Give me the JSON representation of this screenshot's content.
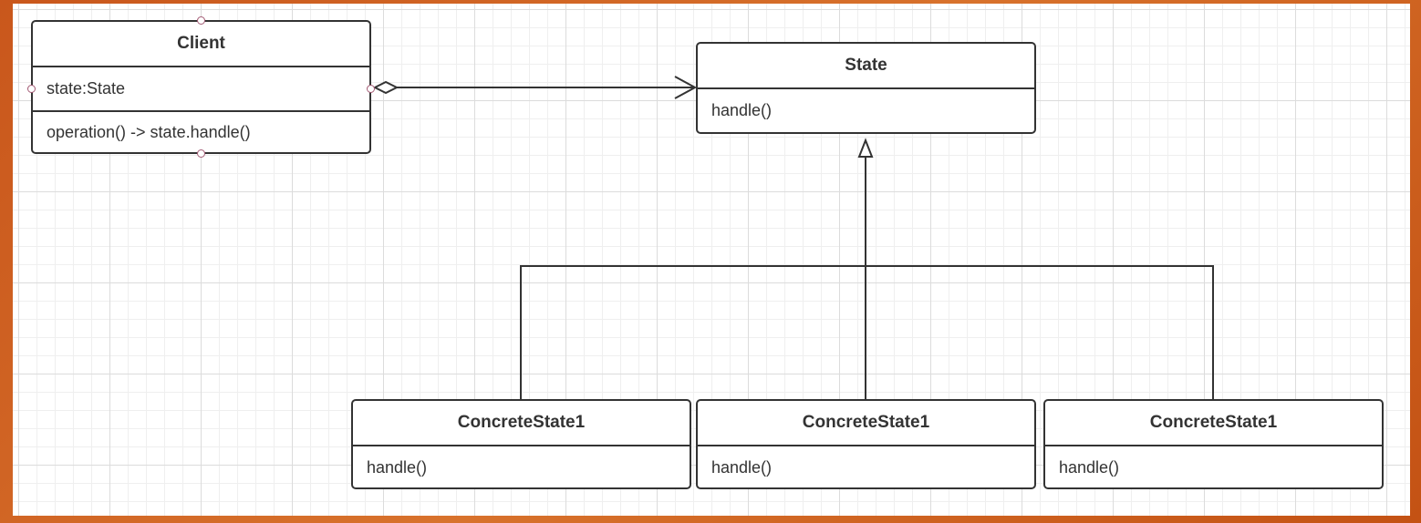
{
  "diagram": {
    "type": "uml-class-diagram",
    "classes": {
      "client": {
        "name": "Client",
        "attribute": "state:State",
        "method": "operation() -> state.handle()"
      },
      "state": {
        "name": "State",
        "method": "handle()"
      },
      "concrete_states": [
        {
          "name": "ConcreteState1",
          "method": "handle()"
        },
        {
          "name": "ConcreteState1",
          "method": "handle()"
        },
        {
          "name": "ConcreteState1",
          "method": "handle()"
        }
      ]
    },
    "relations": [
      {
        "type": "aggregation",
        "from": "Client",
        "to": "State"
      },
      {
        "type": "generalization",
        "from": "ConcreteState1",
        "to": "State"
      }
    ]
  },
  "colors": {
    "stroke": "#333333",
    "background": "#ffffff",
    "grid": "#dcdcdc",
    "frame": "#c9571c",
    "selection_handle": "#a35a74"
  }
}
